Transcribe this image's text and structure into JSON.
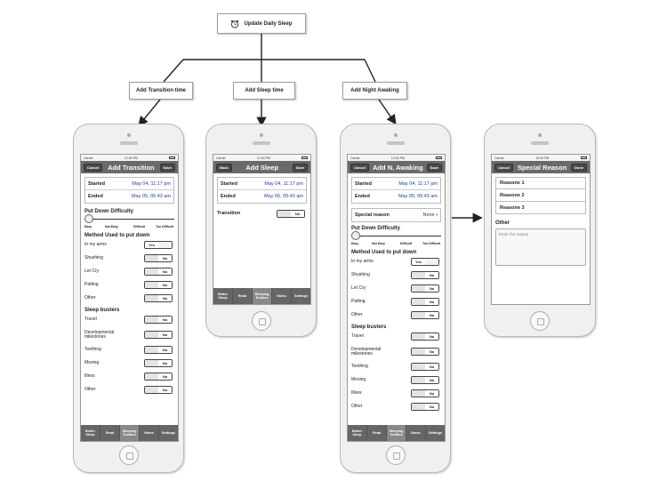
{
  "top": {
    "label": "Update Daily Sleep"
  },
  "branches": {
    "transition": "Add Transition time",
    "sleep": "Add Sleep time",
    "night": "Add Night Awaking"
  },
  "status": {
    "carrier": "Carrier",
    "time": "12:00 PM"
  },
  "tabs": [
    "Better Sleep",
    "Read",
    "Sleeping Toolbox",
    "Notes",
    "Settings"
  ],
  "phone1": {
    "cancel": "Cancel",
    "title": "Add Transition",
    "save": "Save",
    "started_label": "Started",
    "started_value": "May 04, 11:17 pm",
    "ended_label": "Ended",
    "ended_value": "May 05, 05:43 am",
    "difficulty_title": "Put Down Difficulty",
    "ticks": [
      "Easy",
      "Not Easy",
      "Difficult",
      "Too Difficult"
    ],
    "method_title": "Method Used to put down",
    "methods": [
      {
        "label": "In my arms",
        "state": "Yes"
      },
      {
        "label": "Shushing",
        "state": "No"
      },
      {
        "label": "Let Cry",
        "state": "No"
      },
      {
        "label": "Patting",
        "state": "No"
      },
      {
        "label": "Other",
        "state": "No"
      }
    ],
    "busters_title": "Sleep busters",
    "busters": [
      {
        "label": "Travel",
        "state": "No"
      },
      {
        "label": "Developmental milestones",
        "state": "No"
      },
      {
        "label": "Teething",
        "state": "No"
      },
      {
        "label": "Moving",
        "state": "No"
      },
      {
        "label": "Illnes",
        "state": "No"
      },
      {
        "label": "Other",
        "state": "No"
      }
    ]
  },
  "phone2": {
    "back": "Back",
    "title": "Add Sleep",
    "save": "Save",
    "started_label": "Started",
    "started_value": "May 04, 11:17 pm",
    "ended_label": "Ended",
    "ended_value": "May 05, 05:43 am",
    "transition_label": "Transition",
    "transition_state": "No"
  },
  "phone3": {
    "cancel": "Cancel",
    "title": "Add N. Awaking",
    "save": "Save",
    "started_label": "Started",
    "started_value": "May 04, 11:17 pm",
    "ended_label": "Ended",
    "ended_value": "May 05, 05:43 am",
    "special_label": "Special reason",
    "special_value": "None",
    "difficulty_title": "Put Down Difficulty",
    "ticks": [
      "Easy",
      "Not Easy",
      "Difficult",
      "Too Difficult"
    ],
    "method_title": "Method Used to put down",
    "methods": [
      {
        "label": "In my arms",
        "state": "Yes"
      },
      {
        "label": "Shushing",
        "state": "No"
      },
      {
        "label": "Let Cry",
        "state": "No"
      },
      {
        "label": "Patting",
        "state": "No"
      },
      {
        "label": "Other",
        "state": "No"
      }
    ],
    "busters_title": "Sleep busters",
    "busters": [
      {
        "label": "Travel",
        "state": "No"
      },
      {
        "label": "Developmental milestones",
        "state": "No"
      },
      {
        "label": "Teething",
        "state": "No"
      },
      {
        "label": "Moving",
        "state": "No"
      },
      {
        "label": "Illnes",
        "state": "No"
      },
      {
        "label": "Other",
        "state": "No"
      }
    ]
  },
  "phone4": {
    "cancel": "Cancel",
    "title": "Special Reason",
    "done": "Done",
    "reasons": [
      "Reasone 1",
      "Reasone 2",
      "Reasone 3"
    ],
    "other_title": "Other",
    "placeholder": "Enter the reason"
  }
}
